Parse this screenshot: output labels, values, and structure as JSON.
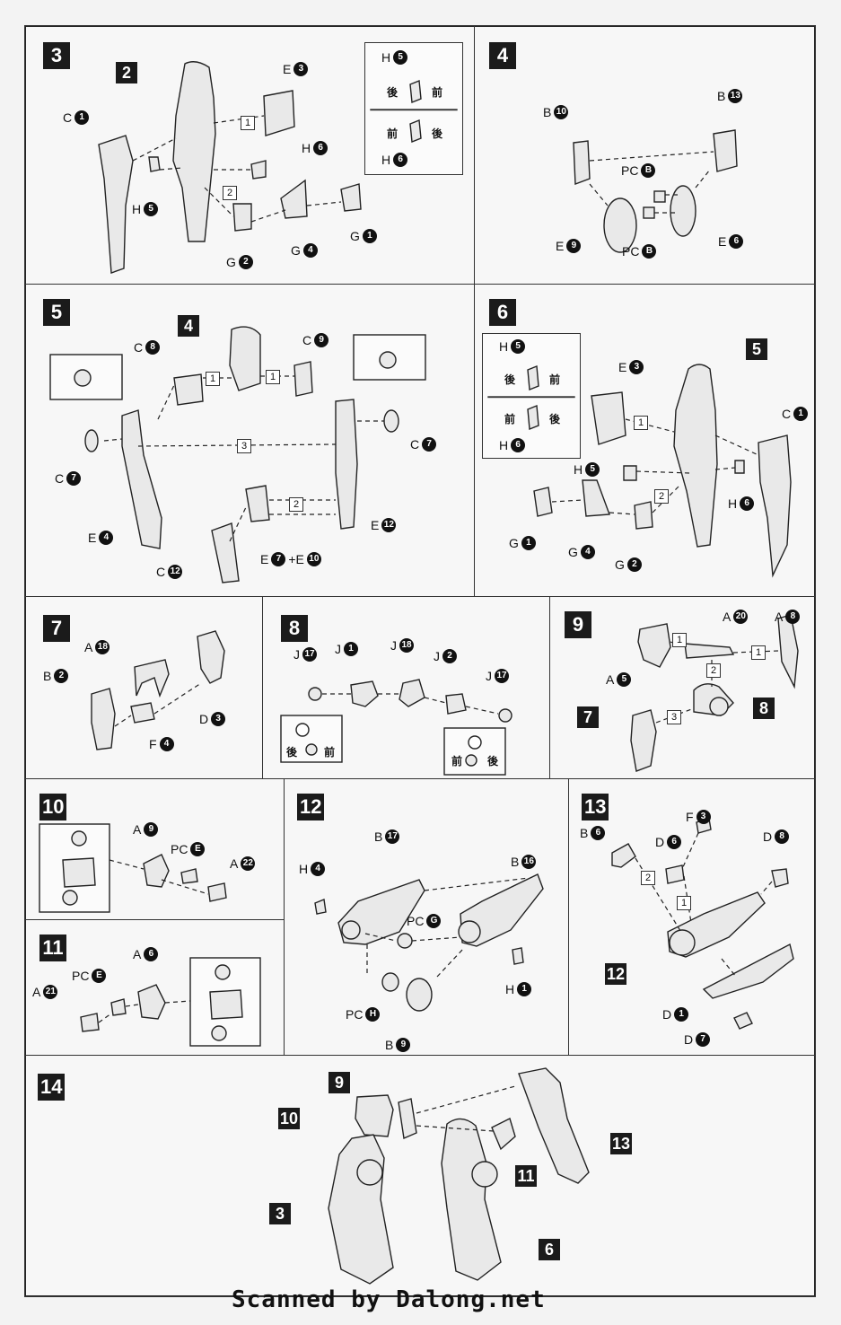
{
  "credit": "Scanned by Dalong.net",
  "steps": {
    "s3": {
      "num": "3",
      "refs": [
        "2"
      ],
      "parts": [
        "C",
        "E",
        "H",
        "H",
        "G",
        "G",
        "G"
      ],
      "part_nums": [
        "1",
        "3",
        "6",
        "5",
        "2",
        "4",
        "1"
      ],
      "seq": [
        "1",
        "2"
      ],
      "inset": {
        "top_label": "H",
        "top_num": "5",
        "bottom_label": "H",
        "bottom_num": "6",
        "back": "後",
        "front": "前"
      }
    },
    "s4": {
      "num": "4",
      "parts": [
        "B",
        "B",
        "PC",
        "E",
        "PC",
        "E"
      ],
      "part_nums": [
        "10",
        "13",
        "B",
        "9",
        "B",
        "6"
      ]
    },
    "s5": {
      "num": "5",
      "refs": [
        "4"
      ],
      "parts": [
        "C",
        "C",
        "C",
        "C",
        "E",
        "E",
        "C",
        "E"
      ],
      "part_nums": [
        "8",
        "9",
        "7",
        "7",
        "4",
        "12",
        "12",
        "7"
      ],
      "combo_plus": "+E",
      "combo_num": "10",
      "seq": [
        "1",
        "1",
        "3",
        "2"
      ]
    },
    "s6": {
      "num": "6",
      "refs": [
        "5"
      ],
      "parts": [
        "E",
        "C",
        "H",
        "H",
        "G",
        "G",
        "G"
      ],
      "part_nums": [
        "3",
        "1",
        "5",
        "6",
        "1",
        "4",
        "2"
      ],
      "seq": [
        "1",
        "2"
      ],
      "inset": {
        "top_label": "H",
        "top_num": "5",
        "bottom_label": "H",
        "bottom_num": "6",
        "back": "後",
        "front": "前"
      }
    },
    "s7": {
      "num": "7",
      "parts": [
        "A",
        "B",
        "D",
        "F"
      ],
      "part_nums": [
        "18",
        "2",
        "3",
        "4"
      ]
    },
    "s8": {
      "num": "8",
      "parts": [
        "J",
        "J",
        "J",
        "J",
        "J"
      ],
      "part_nums": [
        "17",
        "1",
        "18",
        "2",
        "17"
      ],
      "back": "後",
      "front": "前"
    },
    "s9": {
      "num": "9",
      "refs": [
        "7",
        "8"
      ],
      "parts": [
        "A",
        "A",
        "A"
      ],
      "part_nums": [
        "20",
        "8",
        "5"
      ],
      "seq": [
        "1",
        "1",
        "2",
        "3"
      ]
    },
    "s10": {
      "num": "10",
      "parts": [
        "A",
        "PC",
        "A"
      ],
      "part_nums": [
        "9",
        "E",
        "22"
      ]
    },
    "s11": {
      "num": "11",
      "parts": [
        "A",
        "PC",
        "A"
      ],
      "part_nums": [
        "6",
        "E",
        "21"
      ]
    },
    "s12": {
      "num": "12",
      "parts": [
        "B",
        "B",
        "H",
        "PC",
        "H",
        "PC",
        "B"
      ],
      "part_nums": [
        "17",
        "16",
        "4",
        "G",
        "1",
        "H",
        "9"
      ]
    },
    "s13": {
      "num": "13",
      "refs": [
        "12"
      ],
      "parts": [
        "B",
        "F",
        "D",
        "D",
        "D",
        "D"
      ],
      "part_nums": [
        "6",
        "3",
        "6",
        "8",
        "1",
        "7"
      ],
      "seq": [
        "2",
        "1"
      ]
    },
    "s14": {
      "num": "14",
      "refs": [
        "9",
        "10",
        "13",
        "11",
        "3",
        "6"
      ]
    }
  }
}
